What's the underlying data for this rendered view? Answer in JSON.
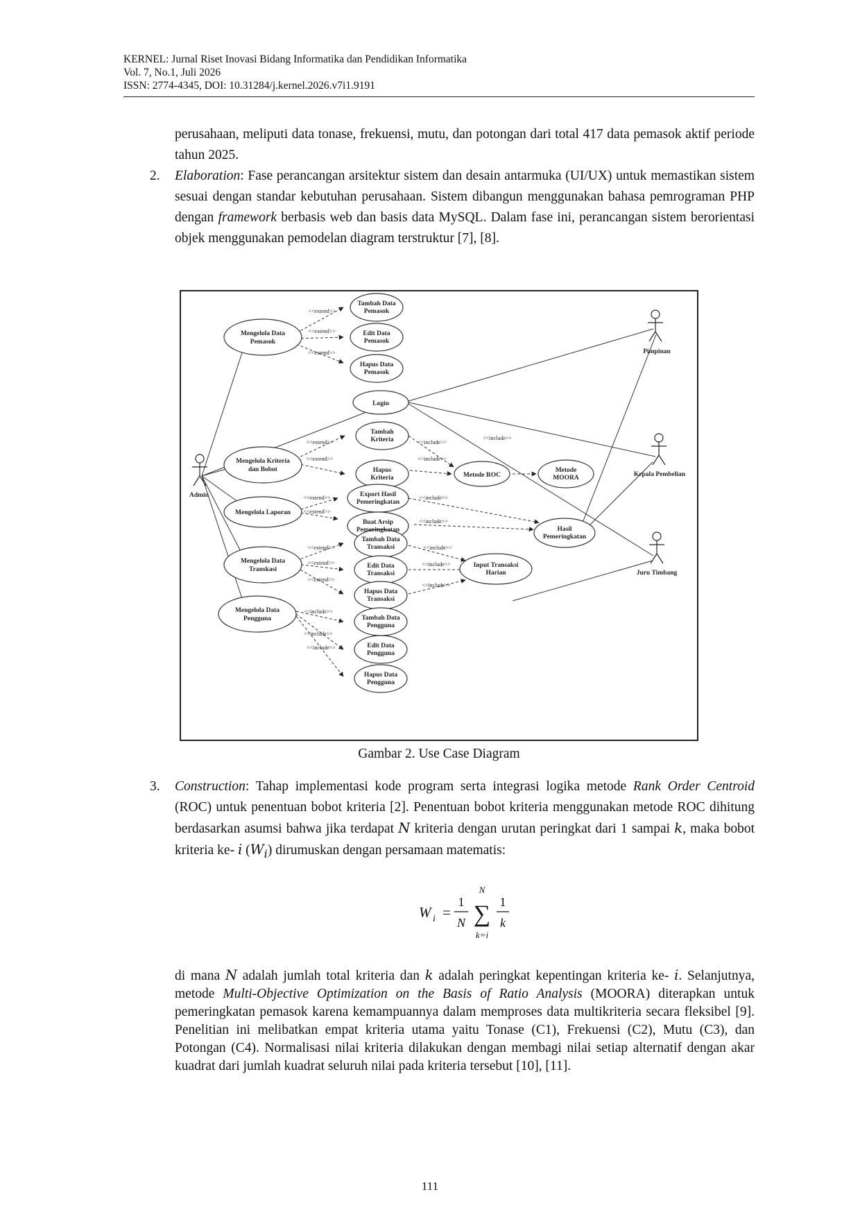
{
  "header": {
    "line1": "KERNEL: Jurnal Riset Inovasi Bidang Informatika dan Pendidikan Informatika",
    "line2": "Vol. 7, No.1, Juli 2026",
    "line3": "ISSN: 2774-4345, DOI: 10.31284/j.kernel.2026.v7i1.9191"
  },
  "body": {
    "p1": "perusahaan, meliputi data tonase, frekuensi, mutu, dan potongan dari total 417 data pemasok aktif periode tahun 2025.",
    "item2_num": "2.",
    "item2_term": "Elaboration",
    "item2_a": ": Fase perancangan arsitektur sistem dan desain antarmuka (UI/UX) untuk memastikan sistem sesuai dengan standar kebutuhan perusahaan. Sistem dibangun menggunakan bahasa pemrograman PHP dengan ",
    "item2_em": "framework",
    "item2_b": " berbasis web dan basis data MySQL. Dalam fase ini, perancangan sistem berorientasi objek menggunakan pemodelan diagram terstruktur [7], [8].",
    "caption": "Gambar 2. Use Case Diagram",
    "item3_num": "3.",
    "item3_term": "Construction",
    "item3_a": ": Tahap implementasi kode program serta integrasi logika metode ",
    "item3_em1": "Rank Order Centroid",
    "item3_b": " (ROC) untuk penentuan bobot kriteria [2]. Penentuan bobot kriteria menggunakan metode ROC dihitung berdasarkan asumsi bahwa jika terdapat ",
    "sym_N": "N",
    "item3_c": " kriteria dengan urutan peringkat dari 1 sampai ",
    "sym_k": "k",
    "item3_d": ", maka bobot kriteria ke- ",
    "sym_i": "i",
    "item3_e": " (",
    "sym_Wi": "W",
    "sym_sub_i": "i",
    "item3_f": ") dirumuskan dengan persamaan matematis:",
    "p4_a": "di mana ",
    "p4_b": " adalah jumlah total kriteria dan ",
    "p4_c": " adalah peringkat kepentingan kriteria ke- ",
    "p4_d": ". Selanjutnya, metode ",
    "p4_em": "Multi-Objective Optimization on the Basis of Ratio Analysis",
    "p4_e": " (MOORA) diterapkan untuk pemeringkatan pemasok karena kemampuannya dalam memproses data multikriteria secara fleksibel [9]. Penelitian ini melibatkan empat kriteria utama yaitu Tonase (C1), Frekuensi (C2), Mutu (C3), dan Potongan (C4). Normalisasi nilai kriteria dilakukan dengan membagi nilai setiap alternatif dengan akar kuadrat dari jumlah kuadrat seluruh nilai pada kriteria tersebut [10], [11].",
    "dot": "."
  },
  "equation": {
    "lhs": "W",
    "lhs_sub": "i",
    "eq": "=",
    "frac_num": "1",
    "frac_den": "N",
    "sum_top": "N",
    "sum_bottom": "k=i",
    "sum_num": "1",
    "sum_den": "k"
  },
  "diagram": {
    "actors": {
      "admin": "Admin",
      "pimpinan": "Pimpinan",
      "kepala": "Kepala Pembelian",
      "juru": "Juru Timbang"
    },
    "usecases": {
      "m_pemasok": [
        "Mengelola Data",
        "Pemasok"
      ],
      "tambah_pemasok": [
        "Tambah Data",
        "Pemasok"
      ],
      "edit_pemasok": [
        "Edit Data",
        "Pemasok"
      ],
      "hapus_pemasok": [
        "Hapus Data",
        "Pemasok"
      ],
      "login": [
        "Login"
      ],
      "m_kriteria": [
        "Mengelola Kriteria",
        "dan Bobot"
      ],
      "tambah_kriteria": [
        "Tambah",
        "Kriteria"
      ],
      "hapus_kriteria": [
        "Hapus",
        "Kriteria"
      ],
      "roc": [
        "Metode ROC"
      ],
      "moora": [
        "Metode",
        "MOORA"
      ],
      "m_laporan": [
        "Mengelola Laporan"
      ],
      "export": [
        "Export Hasil",
        "Pemeringkatan"
      ],
      "arsip": [
        "Buat Arsip",
        "Pemeringkatan"
      ],
      "hasil": [
        "Hasil",
        "Pemeringkatan"
      ],
      "m_transaksi": [
        "Mengelola Data",
        "Transkasi"
      ],
      "tambah_transaksi": [
        "Tambah Data",
        "Transaksi"
      ],
      "edit_transaksi": [
        "Edit Data",
        "Transaksi"
      ],
      "hapus_transaksi": [
        "Hapus Data",
        "Transaksi"
      ],
      "input_transaksi": [
        "Input Transaksi",
        "Harian"
      ],
      "m_pengguna": [
        "Mengelola Data",
        "Pengguna"
      ],
      "tambah_pengguna": [
        "Tambah Data",
        "Pengguna"
      ],
      "edit_pengguna": [
        "Edit Data",
        "Pengguna"
      ],
      "hapus_pengguna": [
        "Hapus Data",
        "Pengguna"
      ]
    },
    "stereotypes": {
      "extend": "<<extend>>",
      "include": "<<include>>"
    }
  },
  "page_number": "111"
}
